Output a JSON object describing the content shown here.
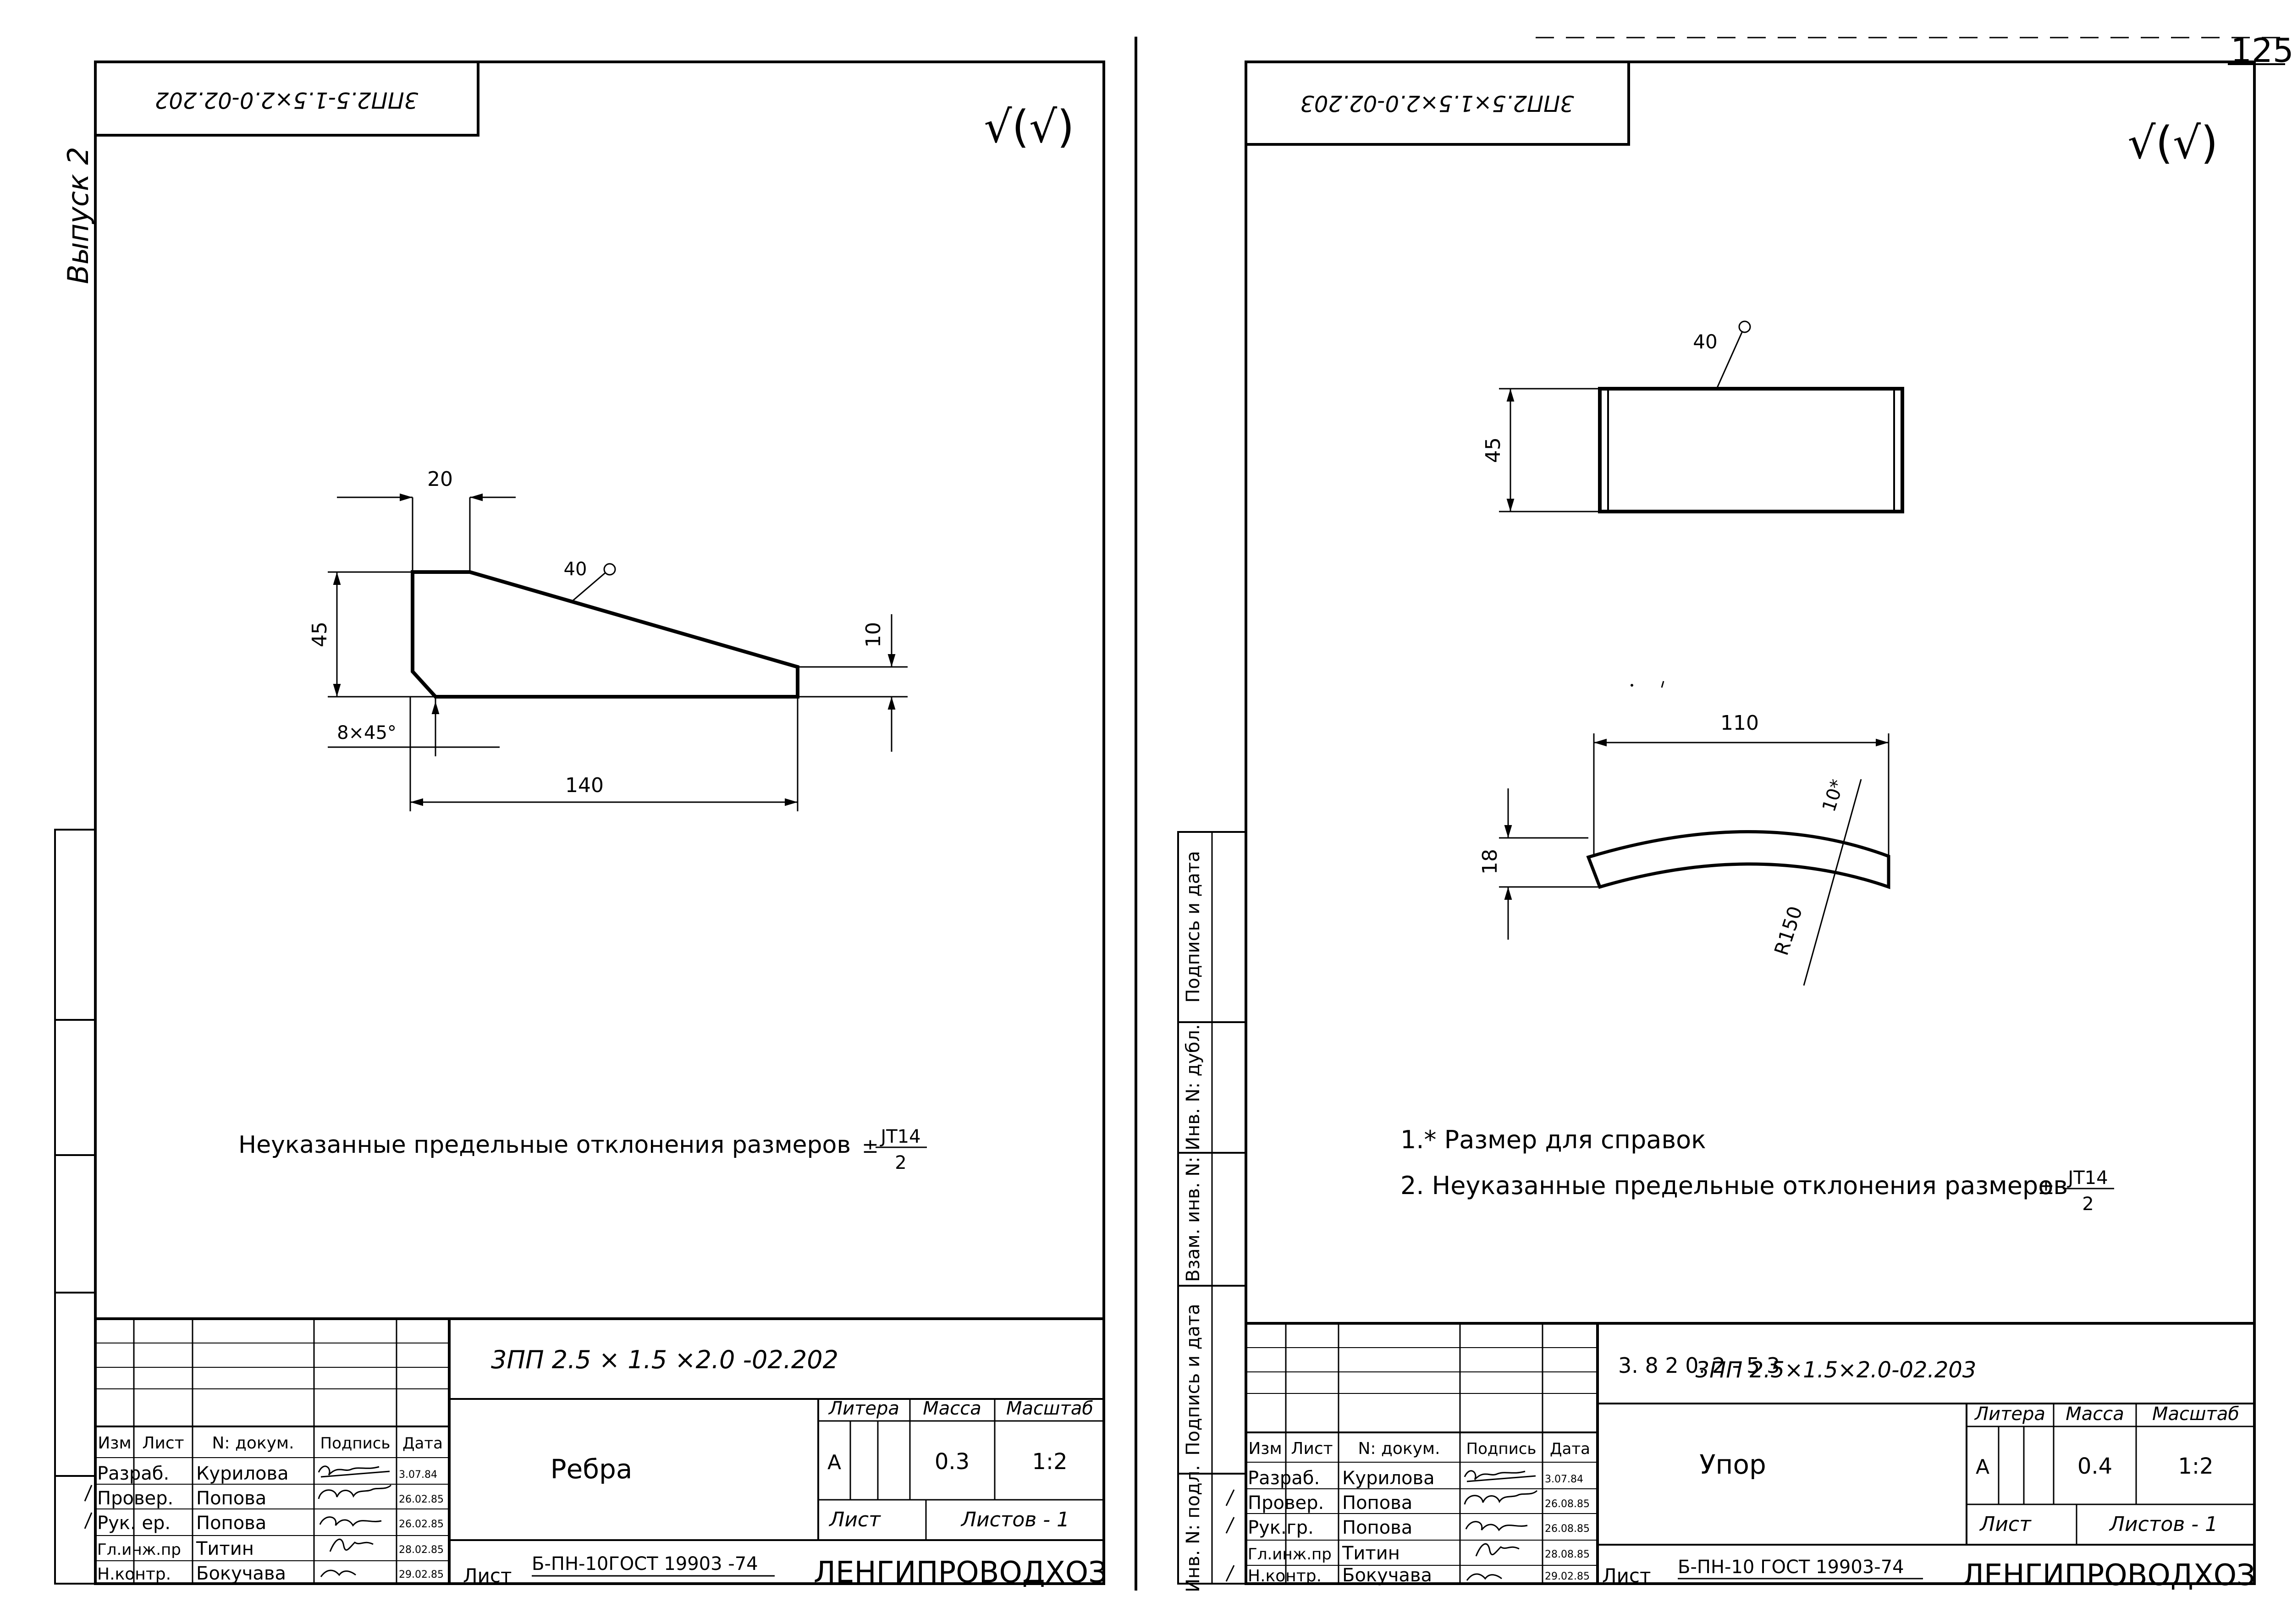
{
  "page_number": "125",
  "left_sheet": {
    "top_code": "3ПП2.5-1.5×2.0-02.202",
    "vertical_label": "Выпуск 2",
    "roughness": "√(√)",
    "dims": {
      "w_top": "20",
      "h_left": "45",
      "h_right": "10",
      "length": "140",
      "chamfer": "8×45°",
      "thickness": "40"
    },
    "note": "Неуказанные  предельные  отклонения  размеров",
    "tol_sign": "±",
    "tol_num": "JT14",
    "tol_den": "2",
    "title_block": {
      "designation": "3ПП 2.5 × 1.5 ×2.0 -02.202",
      "name": "Ребра",
      "headers": {
        "izm": "Изм",
        "list": "Лист",
        "doc": "N: докум.",
        "sign": "Подпись",
        "date": "Дата"
      },
      "rows": [
        {
          "role": "Разраб.",
          "name": "Курилова",
          "date": "3.07.84"
        },
        {
          "role": "Провер.",
          "name": "Попова",
          "date": "26.02.85"
        },
        {
          "role": "Рук. ер.",
          "name": "Попова",
          "date": "26.02.85"
        },
        {
          "role": "Гл.инж.пр",
          "name": "Титин",
          "date": "28.02.85"
        },
        {
          "role": "Н.контр.",
          "name": "Бокучава",
          "date": "29.02.85"
        }
      ],
      "litera_label": "Литера",
      "mass_label": "Масса",
      "scale_label": "Масштаб",
      "litera": "А",
      "mass": "0.3",
      "scale": "1:2",
      "sheet_label": "Лист",
      "sheets": "Листов - 1",
      "material_prefix": "Лист",
      "material": "Б-ПН-10ГОСТ 19903 -74",
      "org": "ЛЕНГИПРОВОДХОЗ"
    }
  },
  "right_sheet": {
    "top_code": "3ПП2.5×1.5×2.0-02.203",
    "roughness": "√(√)",
    "dims": {
      "h_top": "45",
      "thickness": "40",
      "chord": "110",
      "h_arc": "18",
      "thick_ref": "10*",
      "radius": "R150"
    },
    "notes": [
      "1.* Размер  для  справок",
      "2.  Неуказанные  предельные  отклонения  размеров"
    ],
    "tol_sign": "±",
    "tol_num": "JT14",
    "tol_den": "2",
    "side_stamp": [
      "Подпись и дата",
      "Инв. N: дубл.",
      "Взам. инв. N:",
      "Подпись и дата",
      "Инв. N: подл."
    ],
    "title_block": {
      "ref_number": "3. 8 2 0. 2 - 5 3",
      "designation": "3ПП 2.5×1.5×2.0-02.203",
      "name": "Упор",
      "headers": {
        "izm": "Изм",
        "list": "Лист",
        "doc": "N: докум.",
        "sign": "Подпись",
        "date": "Дата"
      },
      "rows": [
        {
          "role": "Разраб.",
          "name": "Курилова",
          "date": "3.07.84"
        },
        {
          "role": "Провер.",
          "name": "Попова",
          "date": "26.08.85"
        },
        {
          "role": "Рук.гр.",
          "name": "Попова",
          "date": "26.08.85"
        },
        {
          "role": "Гл.инж.пр",
          "name": "Титин",
          "date": "28.08.85"
        },
        {
          "role": "Н.контр.",
          "name": "Бокучава",
          "date": "29.02.85"
        }
      ],
      "litera_label": "Литера",
      "mass_label": "Масса",
      "scale_label": "Масштаб",
      "litera": "А",
      "mass": "0.4",
      "scale": "1:2",
      "sheet_label": "Лист",
      "sheets": "Листов - 1",
      "material_prefix": "Лист",
      "material": "Б-ПН-10 ГОСТ 19903-74",
      "org": "ЛЕНГИПРОВОДХОЗ"
    }
  }
}
